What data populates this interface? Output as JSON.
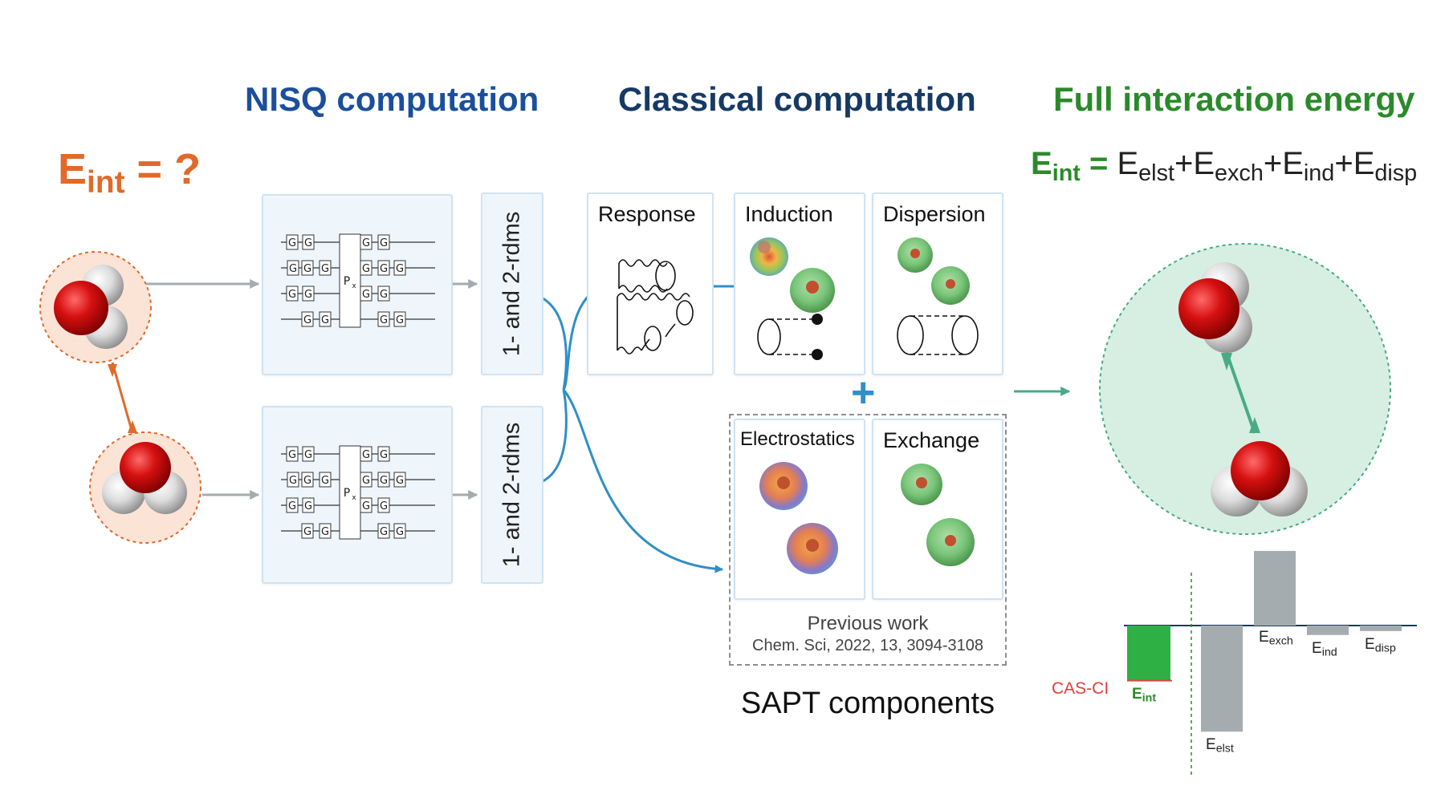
{
  "headers": {
    "nisq": "NISQ computation",
    "classical": "Classical computation",
    "full": "Full interaction energy"
  },
  "colors": {
    "nisq_blue": "#1a4f9c",
    "classical_navy": "#163a66",
    "full_green": "#2a8a2a",
    "orange": "#e06a2a",
    "arrow_blue": "#2f8fc7",
    "teal": "#4aaa88",
    "gray": "#a5acb0",
    "bar_green": "#2eb045",
    "cas_red": "#e0403a"
  },
  "question": {
    "E": "E",
    "sub": "int",
    "rest": " = ?"
  },
  "equation": {
    "lhs_E": "E",
    "lhs_sub": "int",
    "eq": " = ",
    "t1": "E",
    "t1_sub": "elst",
    "t2": "+E",
    "t2_sub": "exch",
    "t3": "+E",
    "t3_sub": "ind",
    "t4": "+E",
    "t4_sub": "disp"
  },
  "circuit": {
    "gate": "G",
    "perm": "P",
    "perm_sub": "x"
  },
  "rdm_label": "1- and 2-rdms",
  "cards": {
    "response": "Response",
    "induction": "Induction",
    "dispersion": "Dispersion",
    "electrostatics": "Electrostatics",
    "exchange": "Exchange"
  },
  "plus_sign": "+",
  "previous_work": {
    "label": "Previous work",
    "citation": "Chem. Sci, 2022, 13, 3094-3108"
  },
  "sapt_label": "SAPT components",
  "chart_data": {
    "type": "bar",
    "categories": [
      "Eint",
      "Eelst",
      "Eexch",
      "Eind",
      "Edisp"
    ],
    "labels": [
      {
        "E": "E",
        "sub": "int"
      },
      {
        "E": "E",
        "sub": "elst"
      },
      {
        "E": "E",
        "sub": "exch"
      },
      {
        "E": "E",
        "sub": "ind"
      },
      {
        "E": "E",
        "sub": "disp"
      }
    ],
    "values": [
      -0.7,
      -1.35,
      0.95,
      -0.12,
      -0.07
    ],
    "reference_label": "CAS-CI",
    "ylim": [
      -1.45,
      1.0
    ]
  }
}
